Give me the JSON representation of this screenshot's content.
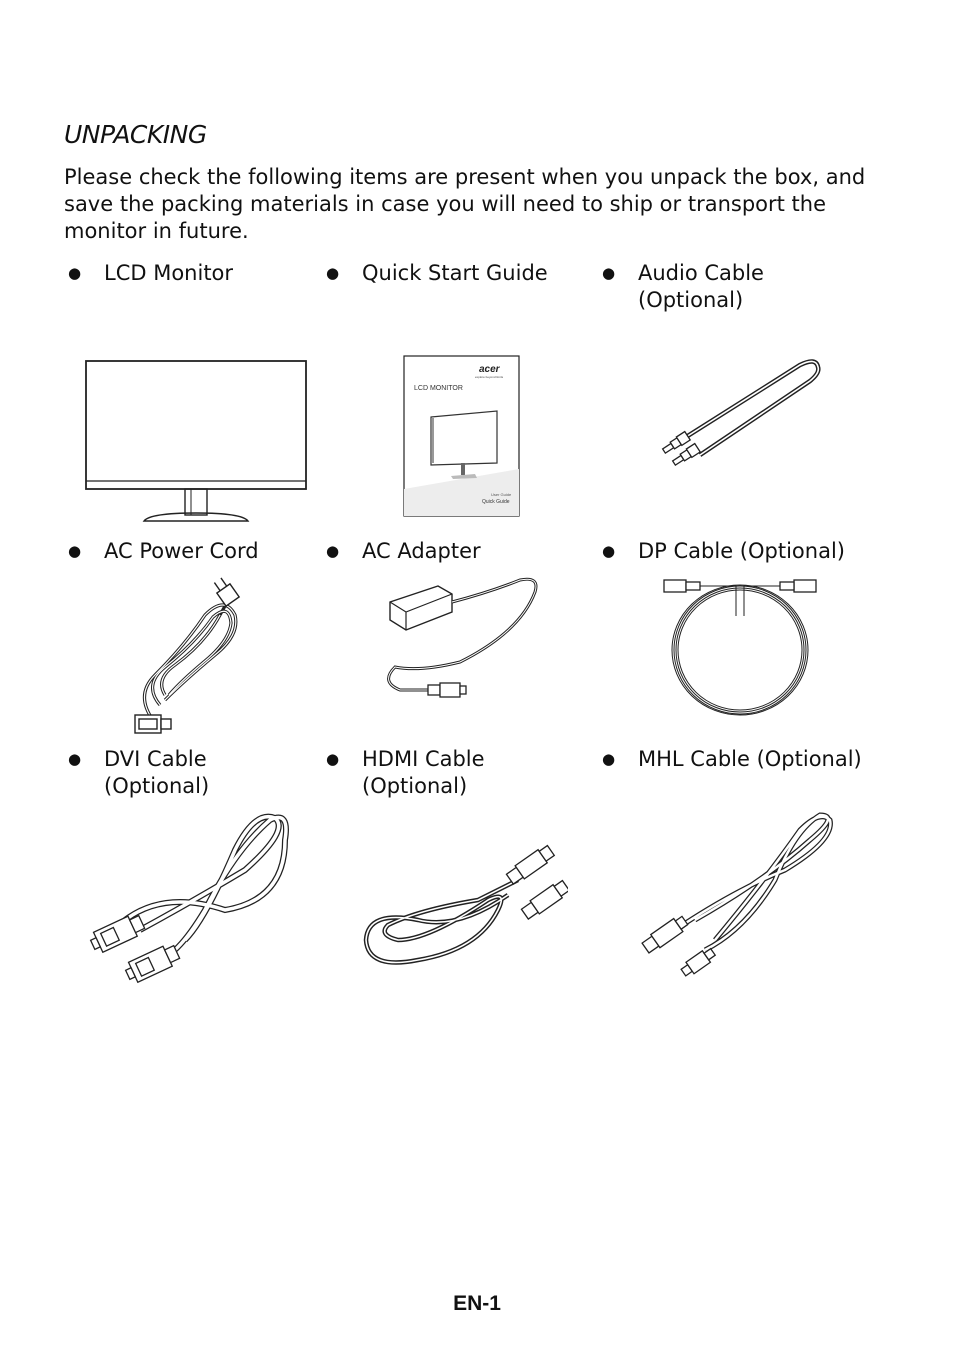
{
  "heading": "UNPACKING",
  "intro": "Please check the following items are present when you unpack the box, and save the packing materials in case you will need to ship or transport the monitor in future.",
  "bullet": "●",
  "items": [
    {
      "label_1": "LCD Monitor",
      "label_2": ""
    },
    {
      "label_1": "Quick Start Guide",
      "label_2": ""
    },
    {
      "label_1": "Audio Cable",
      "label_2": "(Optional)"
    },
    {
      "label_1": "AC Power Cord",
      "label_2": ""
    },
    {
      "label_1": "AC Adapter",
      "label_2": ""
    },
    {
      "label_1": "DP Cable (Optional)",
      "label_2": ""
    },
    {
      "label_1": "DVI Cable",
      "label_2": "(Optional)"
    },
    {
      "label_1": "HDMI Cable",
      "label_2": "(Optional)"
    },
    {
      "label_1": "MHL Cable (Optional)",
      "label_2": ""
    }
  ],
  "guide_cover": {
    "brand": "acer",
    "tagline": "explore beyond limits",
    "product": "LCD MONITOR",
    "line1": "User Guide",
    "line2": "Quick Guide"
  },
  "page_number": "EN-1"
}
